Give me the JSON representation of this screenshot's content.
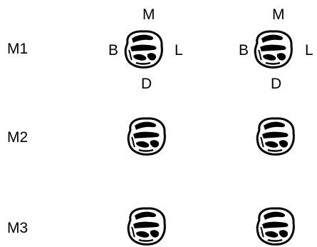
{
  "rows": [
    {
      "label": "M1"
    },
    {
      "label": "M2"
    },
    {
      "label": "M3"
    }
  ],
  "orientation": {
    "left_tooth": {
      "top": "M",
      "left": "B",
      "right": "L",
      "bottom": "D"
    },
    "right_tooth": {
      "top": "M",
      "left": "B",
      "right": "L",
      "bottom": "D"
    }
  },
  "colors": {
    "ink": "#000000",
    "background": "#ffffff"
  }
}
